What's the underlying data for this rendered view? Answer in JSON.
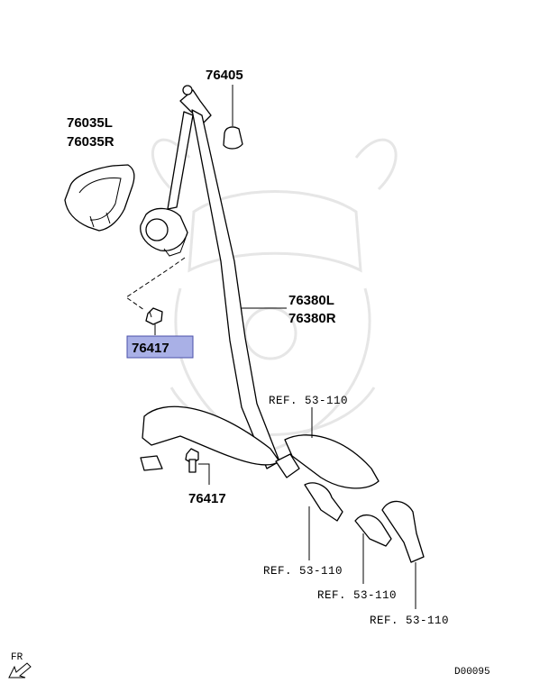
{
  "labels": {
    "anchor_cover": "76405",
    "retractor_cover_l": "76035L",
    "retractor_cover_r": "76035R",
    "belt_assy_l": "76380L",
    "belt_assy_r": "76380R",
    "bolt_upper": "76417",
    "bolt_lower": "76417",
    "ref_top": "REF. 53-110",
    "ref_bottom_1": "REF. 53-110",
    "ref_bottom_2": "REF. 53-110",
    "ref_bottom_3": "REF. 53-110",
    "direction": "FR",
    "diagram_code": "D00095"
  },
  "highlight_color": "#a9b0e6",
  "highlight_border": "#4a4fa8"
}
